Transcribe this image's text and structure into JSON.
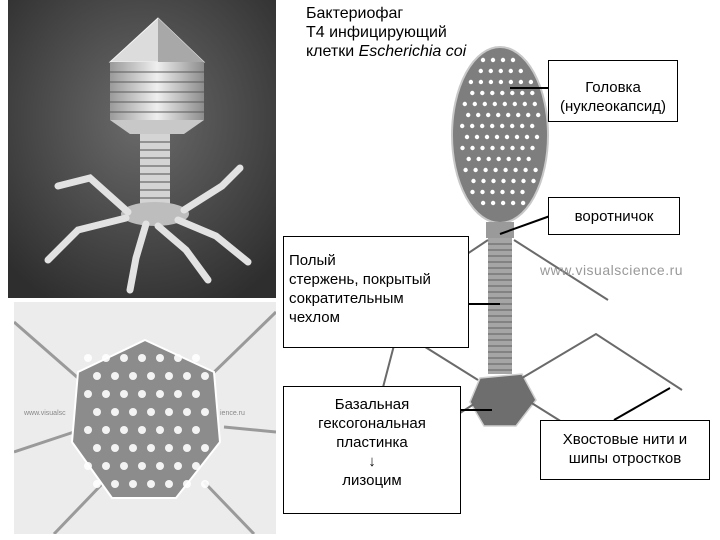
{
  "title": {
    "line1": "Бактериофаг",
    "line2": "Т4 инфицирующий",
    "line3_prefix": "клетки ",
    "line3_species": "Escherichia coi"
  },
  "labels": {
    "head": {
      "line1": "Головка",
      "line2": "(нуклеокапсид)"
    },
    "collar": "воротничок",
    "tail": {
      "line1": "Полый",
      "line2": "стержень, покрытый",
      "line3": "сократительным",
      "line4": "чехлом"
    },
    "baseplate": {
      "line1": "Базальная",
      "line2": "гексогональная",
      "line3": "пластинка",
      "arrow": "↓",
      "line4": "лизоцим"
    },
    "fibers": {
      "line1": "Хвостовые нити и",
      "line2": "шипы отростков"
    }
  },
  "watermark": "www.visualscience.ru",
  "watermark_small_left": "www.visualsc",
  "watermark_small_right": "ience.ru",
  "colors": {
    "background": "#ffffff",
    "sem_background": "#4a4a4a",
    "model_gray": "#8a8a8a",
    "leader": "#000000"
  }
}
